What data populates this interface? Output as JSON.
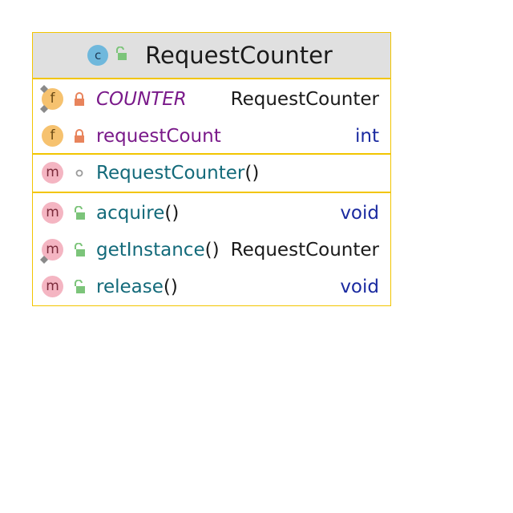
{
  "class": {
    "name": "RequestCounter",
    "kind_icon": "class-icon",
    "kind_letter": "c",
    "visibility": "public"
  },
  "fields": [
    {
      "badge": "f",
      "visibility": "private",
      "static": true,
      "italic": true,
      "name": "COUNTER",
      "type": "RequestCounter"
    },
    {
      "badge": "f",
      "visibility": "private",
      "static": false,
      "italic": false,
      "name": "requestCount",
      "type": "int"
    }
  ],
  "constructors": [
    {
      "badge": "m",
      "visibility": "package",
      "name": "RequestCounter",
      "params": "()"
    }
  ],
  "methods": [
    {
      "badge": "m",
      "visibility": "public",
      "static": false,
      "name": "acquire",
      "params": "()",
      "type": "void"
    },
    {
      "badge": "m",
      "visibility": "public",
      "static": true,
      "name": "getInstance",
      "params": "()",
      "type": "RequestCounter"
    },
    {
      "badge": "m",
      "visibility": "public",
      "static": false,
      "name": "release",
      "params": "()",
      "type": "void"
    }
  ],
  "colors": {
    "border": "#f2c500",
    "header_bg": "#e0e0e0",
    "field_name": "#7a1a8a",
    "method_name": "#136a7a",
    "keyword_type": "#1a2aa0",
    "private_lock": "#e8845c",
    "public_lock": "#7cc47a"
  }
}
